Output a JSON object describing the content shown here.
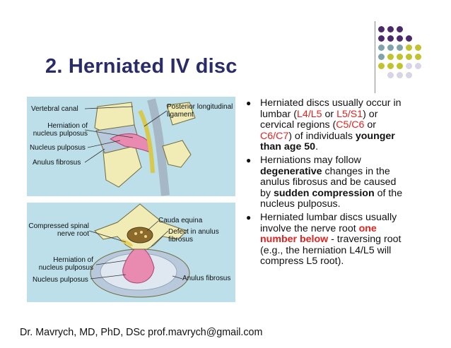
{
  "slide": {
    "title": "2. Herniated IV disc",
    "footer": "Dr. Mavrych, MD, PhD, DSc  prof.mavrych@gmail.com"
  },
  "decoration": {
    "dot_colors": {
      "purple": "#4b2a6b",
      "teal": "#7fa3a8",
      "olive": "#c0c22e",
      "lilac": "#d8d4e6"
    }
  },
  "figure_top": {
    "labels": {
      "vertebral_canal": "Vertebral canal",
      "herniation_line1": "Herniation of",
      "herniation_line2": "nucleus pulposus",
      "nucleus_pulposus": "Nucleus pulposus",
      "anulus_fibrosus": "Anulus fibrosus",
      "posterior_line1": "Posterior longitudinal",
      "posterior_line2": "ligament"
    }
  },
  "figure_bottom": {
    "labels": {
      "compressed_line1": "Compressed spinal",
      "compressed_line2": "nerve root",
      "cauda_equina": "Cauda equina",
      "defect_line1": "Defect in anulus",
      "defect_line2": "fibrosus",
      "herniation_line1": "Herniation of",
      "herniation_line2": "nucleus pulposus",
      "nucleus_pulposus": "Nucleus pulposus",
      "anulus_fibrosus": "Anulus fibrosus"
    }
  },
  "bullets": [
    {
      "a": "Herniated discs usually occur in lumbar (",
      "b": "L4/L5",
      "c": " or ",
      "d": "L5/S1",
      "e": ") or cervical regions (",
      "f": "C5/C6",
      "g": " or ",
      "h": "C6/C7",
      "i": ") of individuals ",
      "j": "younger than age 50",
      "k": "."
    },
    {
      "a": "Herniations may follow ",
      "b": "degenerative",
      "c": " changes in the anulus fibrosus and be caused by ",
      "d": "sudden compression",
      "e": " of the nucleus pulposus."
    },
    {
      "a": "Herniated lumbar discs usually involve the nerve root ",
      "b": "one number below",
      "c": " - traversing root (e.g., the herniation L4/L5 will compress L5 root)."
    }
  ]
}
